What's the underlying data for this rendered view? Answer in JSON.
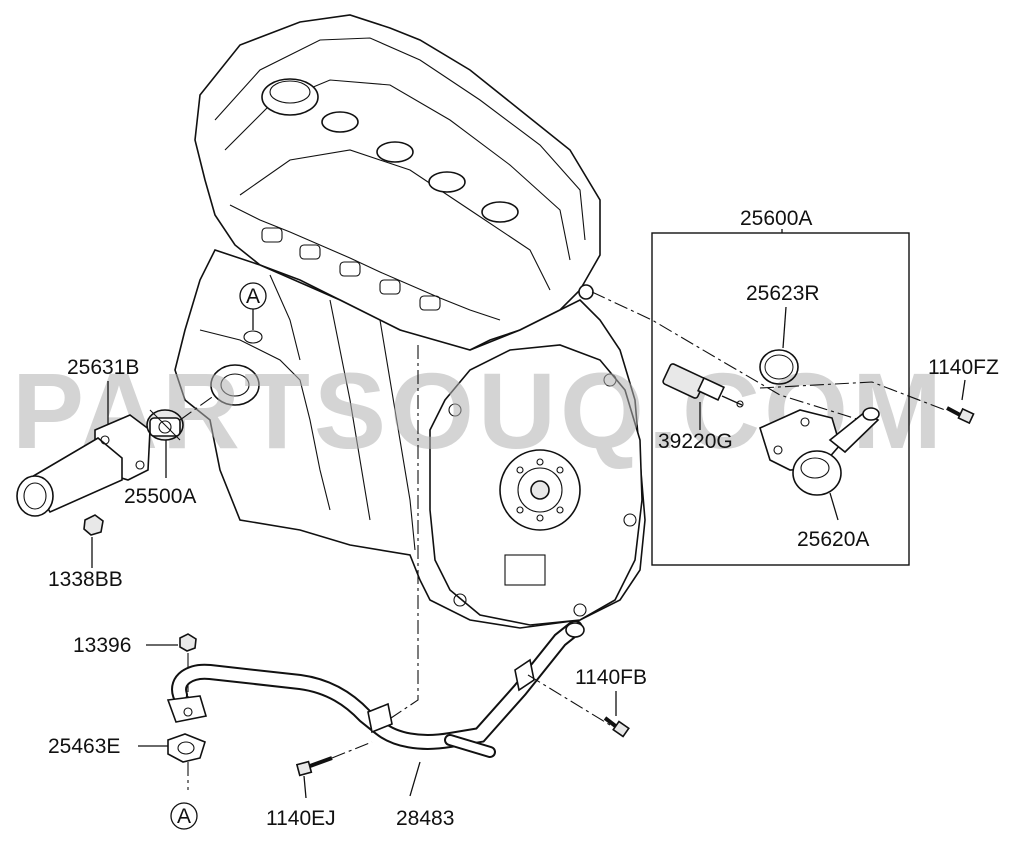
{
  "watermark": "PARTSOUQ.COM",
  "callouts": {
    "ref_a_top": "A",
    "ref_a_bottom": "A",
    "assembly_25600A": "25600A",
    "p25623R": "25623R",
    "p1140FZ": "1140FZ",
    "p39220G": "39220G",
    "p25620A": "25620A",
    "p25631B": "25631B",
    "p25500A": "25500A",
    "p1338BB": "1338BB",
    "p13396": "13396",
    "p1140FB": "1140FB",
    "p25463E": "25463E",
    "p1140EJ": "1140EJ",
    "p28483": "28483"
  }
}
